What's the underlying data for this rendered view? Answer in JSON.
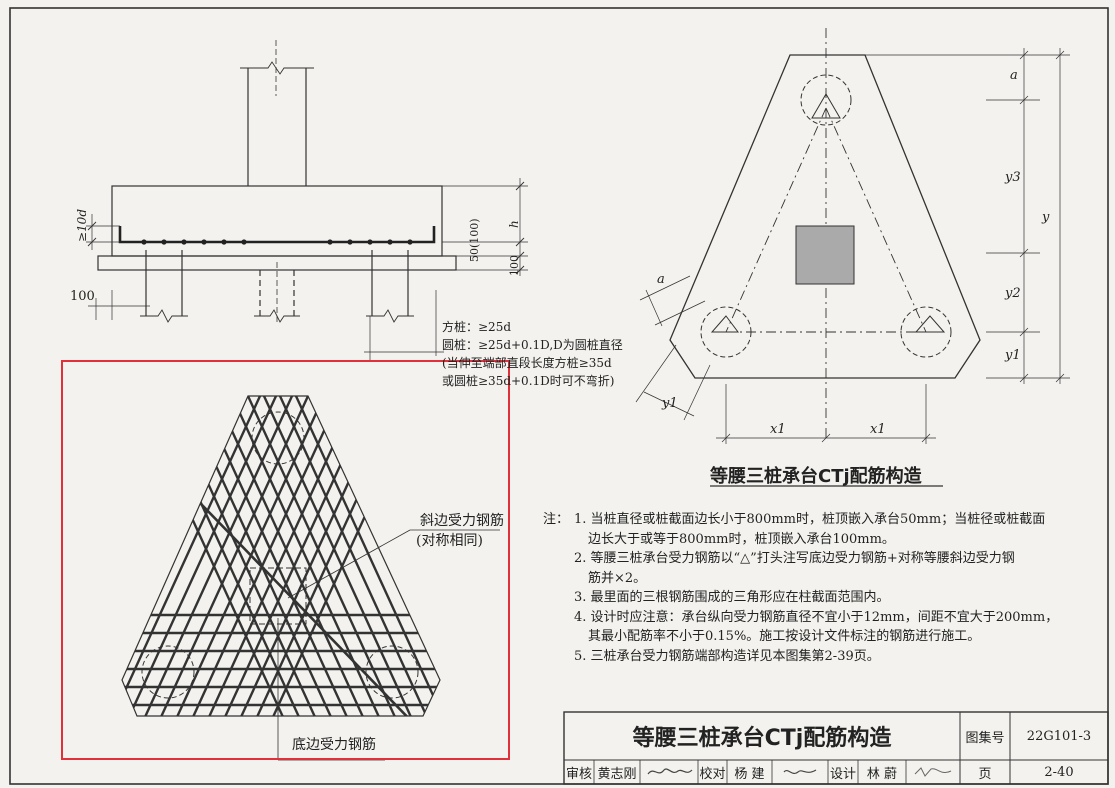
{
  "section_drawing": {
    "dim_10d": "≥10d",
    "dim_100_left": "100",
    "dim_50_100": "50(100)",
    "dim_100_right": "100",
    "dim_h1": "h",
    "anchor_note": [
      "方桩：≥25d",
      "圆桩：≥25d+0.1D,D为圆桩直径",
      "(当伸至端部直段长度方桩≥35d",
      "或圆桩≥35d+0.1D时可不弯折)"
    ]
  },
  "rebar_drawing": {
    "label_slant": "斜边受力钢筋",
    "label_slant_sub": "(对称相同)",
    "label_bottom": "底边受力钢筋",
    "highlight_color": "#e0303a"
  },
  "plan_drawing": {
    "title": "等腰三桩承台CTj配筋构造",
    "dim_a_top": "a",
    "dim_a_left": "a",
    "dim_y3": "y3",
    "dim_y": "y",
    "dim_y2": "y2",
    "dim_y1": "y1",
    "dim_y1_left": "y1",
    "dim_x1_left": "x1",
    "dim_x1_right": "x1"
  },
  "notes": {
    "prefix": "注：",
    "items": [
      [
        "1. 当桩直径或桩截面边长小于800mm时，桩顶嵌入承台50mm；当桩径或桩截面",
        "边长大于或等于800mm时，桩顶嵌入承台100mm。"
      ],
      [
        "2. 等腰三桩承台受力钢筋以“△”打头注写底边受力钢筋+对称等腰斜边受力钢",
        "筋并×2。"
      ],
      [
        "3. 最里面的三根钢筋围成的三角形应在柱截面范围内。"
      ],
      [
        "4. 设计时应注意：承台纵向受力钢筋直径不宜小于12mm，间距不宜大于200mm，",
        "其最小配筋率不小于0.15%。施工按设计文件标注的钢筋进行施工。"
      ],
      [
        "5. 三桩承台受力钢筋端部构造详见本图集第2-39页。"
      ]
    ]
  },
  "title_block": {
    "title": "等腰三桩承台CTj配筋构造",
    "atlas_label": "图集号",
    "atlas_no": "22G101-3",
    "review_label": "审核",
    "reviewer": "黄志刚",
    "check_label": "校对",
    "checker": "杨  建",
    "design_label": "设计",
    "designer": "林  蔚",
    "page_label": "页",
    "page_no": "2-40"
  }
}
